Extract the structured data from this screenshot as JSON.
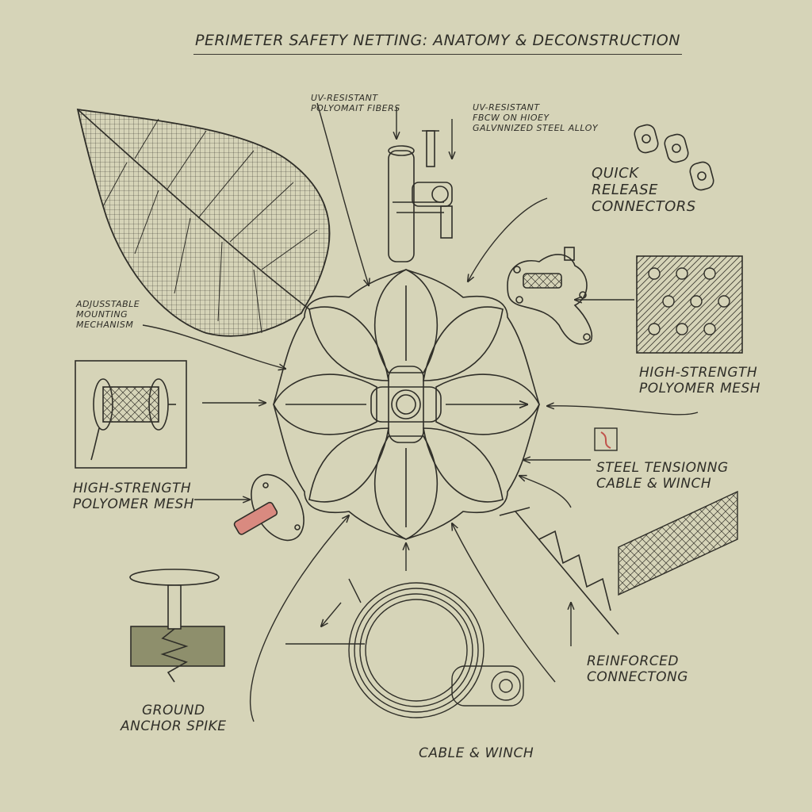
{
  "title": "PERIMETER SAFETY NETTING: ANATOMY & DECONSTRUCTION",
  "labels": {
    "uv_fibers": [
      "UV-RESISTANT",
      "POLYOMAIT FIBERS"
    ],
    "uv_steel": [
      "UV-RESISTANT",
      "FBCW ON HIOEY",
      "GALVNNIZED STEEL ALLOY"
    ],
    "quick_release": [
      "QUICK",
      "RELEASE",
      "CONNECTORS"
    ],
    "adjustable": [
      "ADJUSSTABLE",
      "MOUNTING",
      "MECHANISM"
    ],
    "mesh_right": [
      "HIGH-STRENGTH",
      "POLYOMER MESH"
    ],
    "mesh_left": [
      "HIGH-STRENGTH",
      "POLYOMER MESH"
    ],
    "steel_cable": [
      "STEEL TENSIONNG",
      "CABLE & WINCH"
    ],
    "reinforced": [
      "REINFORCED",
      "CONNECTONG"
    ],
    "ground_anchor": [
      "GROUND",
      "ANCHOR SPIKE"
    ],
    "cable_winch": [
      "CABLE & WINCH"
    ]
  },
  "colors": {
    "paper": "#d6d4b8",
    "ink": "#2f2e28",
    "accent_red": "#c0524a",
    "soil": "#8e8f6c"
  }
}
